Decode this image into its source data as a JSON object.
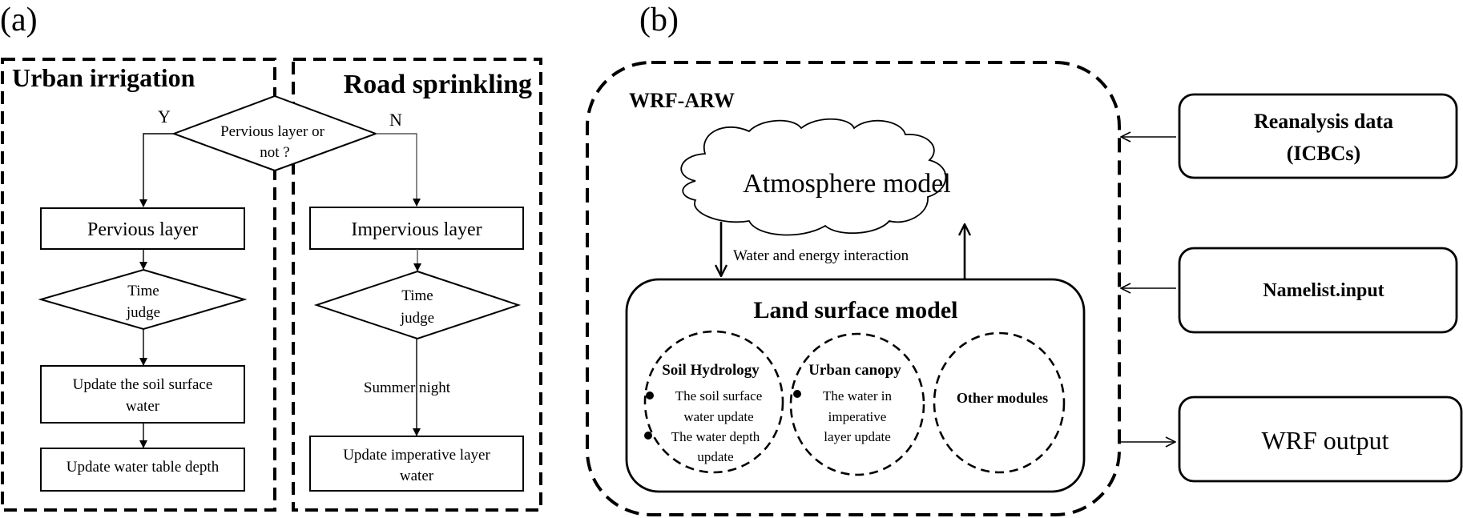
{
  "panel_a": {
    "label": "(a)",
    "left_section": {
      "title": "Urban irrigation",
      "branch_label": "Y",
      "boxes": [
        "Pervious layer",
        "Update the soil surface",
        "water",
        "Update water table depth"
      ],
      "time_judge": [
        "Time",
        "judge"
      ]
    },
    "right_section": {
      "title": "Road sprinkling",
      "branch_label": "N",
      "boxes": [
        "Impervious layer",
        "Update imperative layer",
        "water"
      ],
      "time_judge": [
        "Time",
        "judge"
      ],
      "condition_label": "Summer night"
    },
    "decision": [
      "Pervious layer or",
      "not ?"
    ]
  },
  "panel_b": {
    "label": "(b)",
    "container_title": "WRF-ARW",
    "atmosphere": "Atmosphere model",
    "interaction_label": "Water and energy interaction",
    "land_surface": {
      "title": "Land surface model",
      "modules": [
        {
          "title": "Soil Hydrology",
          "lines": [
            "The soil surface",
            "water update",
            "The water depth",
            "update"
          ]
        },
        {
          "title": "Urban canopy",
          "lines": [
            "The water in",
            "imperative",
            "layer update"
          ]
        },
        {
          "title": "Other modules",
          "lines": []
        }
      ]
    },
    "inputs": [
      {
        "lines": [
          "Reanalysis data",
          "(ICBCs)"
        ]
      },
      {
        "lines": [
          "Namelist.input"
        ]
      }
    ],
    "output": "WRF output"
  }
}
